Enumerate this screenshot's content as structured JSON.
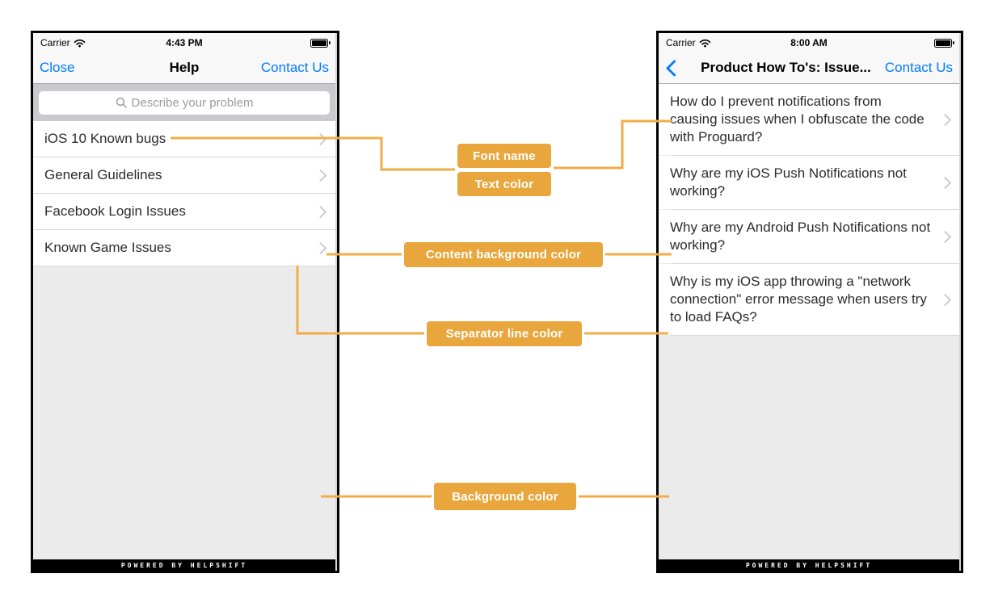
{
  "colors": {
    "accent_orange": "#E8A63C",
    "connector_orange": "#F0AD47",
    "ios_blue": "#007AFF",
    "content_background": "#FFFFFF",
    "screen_background": "#EBEBEB",
    "separator": "#D8D8DC"
  },
  "left_phone": {
    "status": {
      "carrier": "Carrier",
      "time": "4:43 PM"
    },
    "nav": {
      "close": "Close",
      "title": "Help",
      "contact": "Contact Us"
    },
    "search_placeholder": "Describe your problem",
    "items": [
      "iOS 10 Known bugs",
      "General Guidelines",
      "Facebook Login Issues",
      "Known Game Issues"
    ],
    "footer": "POWERED BY HELPSHIFT"
  },
  "right_phone": {
    "status": {
      "carrier": "Carrier",
      "time": "8:00 AM"
    },
    "nav": {
      "title": "Product How To's: Issue...",
      "contact": "Contact Us"
    },
    "items": [
      "How do I prevent notifications from causing issues when I obfuscate the code with Proguard?",
      "Why are my iOS Push Notifications not working?",
      "Why are my Android Push Notifications not working?",
      "Why is my iOS app throwing a \"network connection\" error message when users try to load FAQs?"
    ],
    "footer": "POWERED BY HELPSHIFT"
  },
  "callouts": {
    "font_name": "Font name",
    "text_color": "Text color",
    "content_background_color": "Content background color",
    "separator_line_color": "Separator line color",
    "background_color": "Background color"
  }
}
